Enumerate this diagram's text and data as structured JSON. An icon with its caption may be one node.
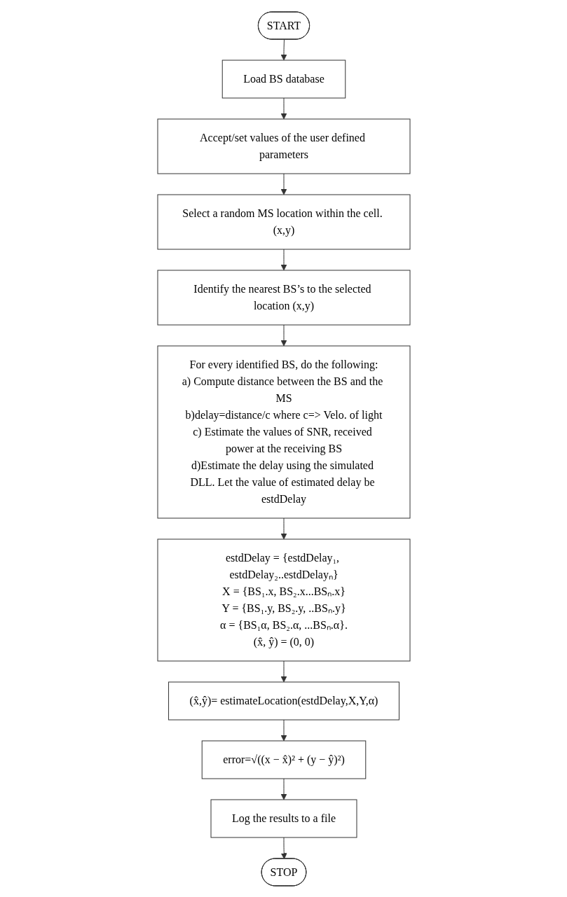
{
  "diagram": {
    "nodes": [
      {
        "text": [
          "START"
        ]
      },
      {
        "text": [
          "Load BS database"
        ]
      },
      {
        "text": [
          "Accept/set values of the user defined parameters"
        ]
      },
      {
        "text": [
          "Select a random MS location within the cell. (x,y)"
        ]
      },
      {
        "text": [
          "Identify the nearest BS’s to the selected location (x,y)"
        ]
      },
      {
        "text": [
          "For every identified BS, do the following:",
          "a) Compute distance between the BS and the MS",
          "b)delay=distance/c where c=> Velo. of light",
          "c) Estimate the values of SNR, received power at the receiving BS",
          "d)Estimate the delay using the simulated DLL. Let the value of estimated delay be estdDelay"
        ]
      },
      {
        "text": [
          "estdDelay = {estdDelay₁, estdDelay₂..estdDelayₙ}",
          "X = {BS₁.x, BS₂.x...BSₙ.x}",
          "Y = {BS₁.y, BS₂.y, ..BSₙ.y}",
          "α = {BS₁α, BS₂.α, ...BSₙ.α}.",
          "(x̂, ŷ) = (0, 0)"
        ]
      },
      {
        "text": [
          "(x̂,ŷ)= estimateLocation(estdDelay,X,Y,α)"
        ]
      },
      {
        "text": [
          "error=√((x − x̂)² + (y − ŷ)²)"
        ]
      },
      {
        "text": [
          "Log the results to a file"
        ]
      },
      {
        "text": [
          "STOP"
        ]
      }
    ],
    "edges": [
      {
        "from": 0,
        "to": 1,
        "arrow": "to"
      },
      {
        "from": 1,
        "to": 2,
        "arrow": "to"
      },
      {
        "from": 2,
        "to": 3,
        "arrow": "to"
      },
      {
        "from": 3,
        "to": 4,
        "arrow": "to"
      },
      {
        "from": 4,
        "to": 5,
        "arrow": "to"
      },
      {
        "from": 5,
        "to": 6,
        "arrow": "to"
      },
      {
        "from": 6,
        "to": 7,
        "arrow": "to"
      },
      {
        "from": 7,
        "to": 8,
        "arrow": "to"
      },
      {
        "from": 8,
        "to": 9,
        "arrow": "to"
      },
      {
        "from": 9,
        "to": 10,
        "arrow": "to"
      }
    ]
  }
}
